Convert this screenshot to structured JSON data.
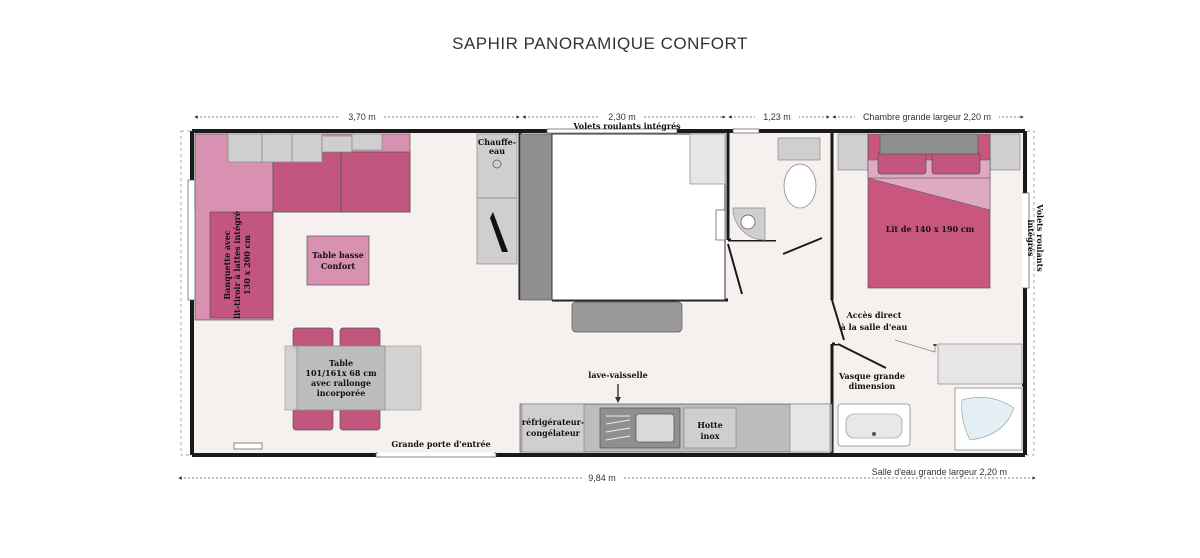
{
  "title": "SAPHIR PANORAMIQUE CONFORT",
  "dimensions": {
    "d1": "3,70 m",
    "d2": "2,30 m",
    "d3": "1,23 m",
    "d4": "Chambre grande largeur 2,20 m",
    "total": "9,84 m",
    "bathroom": "Salle d'eau grande largeur 2,20 m"
  },
  "labels": {
    "volets_top": "Volets roulants intégrés",
    "chauffe_eau_1": "Chauffe-",
    "chauffe_eau_2": "eau",
    "banquette_1": "Banquette avec",
    "banquette_2": "lit-tiroir à lattes intégré",
    "banquette_3": "130 x 200 cm",
    "table_basse_1": "Table basse",
    "table_basse_2": "Confort",
    "table_1": "Table",
    "table_2": "101/161x 68 cm",
    "table_3": "avec rallonge",
    "table_4": "incorporée",
    "porte": "Grande porte d'entrée",
    "lave_vaisselle": "lave-vaisselle",
    "refrigerateur_1": "réfrigérateur-",
    "refrigerateur_2": "congélateur",
    "hotte_1": "Hotte",
    "hotte_2": "inox",
    "vasque_1": "Vasque grande",
    "vasque_2": "dimension",
    "acces_1": "Accès direct",
    "acces_2": "à la salle d'eau",
    "lit": "Lit de 140 x 190 cm",
    "volets_side_1": "Volets roulants",
    "volets_side_2": "intégrés"
  },
  "colors": {
    "floor": "#f6f1ef",
    "sofa": "#d891b0",
    "sofa_dark": "#c2567f",
    "bed": "#c9567f",
    "bed_light": "#e0a9c3",
    "grey": "#bdbdbd",
    "dark_grey": "#8f8f8f",
    "wall": "#1a1a1a"
  }
}
